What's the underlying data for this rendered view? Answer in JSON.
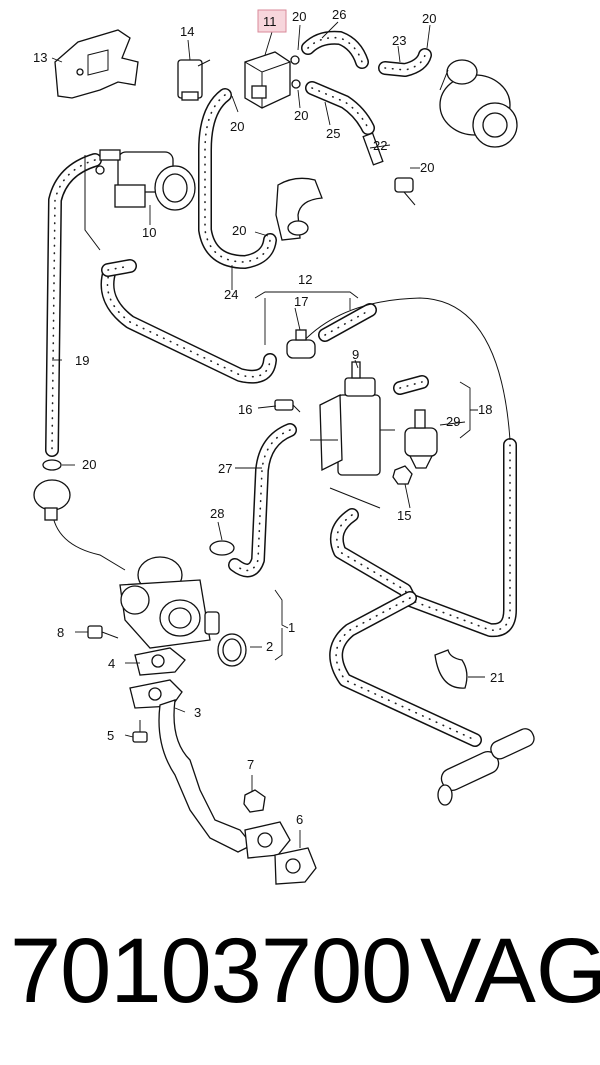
{
  "callouts": {
    "c1": "1",
    "c2": "2",
    "c3": "3",
    "c4": "4",
    "c5": "5",
    "c6": "6",
    "c7": "7",
    "c8": "8",
    "c9": "9",
    "c10": "10",
    "c11": "11",
    "c12": "12",
    "c13": "13",
    "c14": "14",
    "c15": "15",
    "c16": "16",
    "c17": "17",
    "c18": "18",
    "c19": "19",
    "c20a": "20",
    "c20b": "20",
    "c20c": "20",
    "c20d": "20",
    "c20e": "20",
    "c20f": "20",
    "c20g": "20",
    "c21": "21",
    "c22": "22",
    "c23": "23",
    "c24": "24",
    "c25": "25",
    "c26": "26",
    "c27": "27",
    "c28": "28",
    "c29": "29"
  },
  "highlighted_part": "11",
  "footer": {
    "part_number": "70103700",
    "brand": "VAG"
  }
}
